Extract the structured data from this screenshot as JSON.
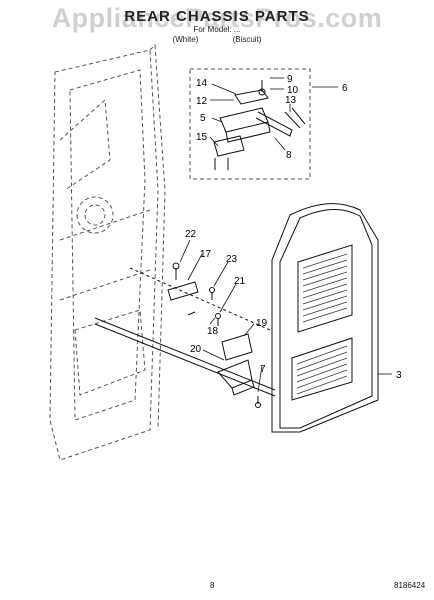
{
  "header": {
    "watermark": "AppliancePartsPros.com",
    "title": "REAR CHASSIS PARTS",
    "models_line": "For Model: ...",
    "variant_left": "(White)",
    "variant_right": "(Biscuit)"
  },
  "callouts": [
    "9",
    "10",
    "6",
    "14",
    "12",
    "13",
    "5",
    "15",
    "8",
    "22",
    "17",
    "23",
    "21",
    "19",
    "18",
    "20",
    "7",
    "3"
  ],
  "footer": {
    "page_number": "8",
    "document_number": "8186424"
  },
  "colors": {
    "line": "#111111",
    "dashed": "#555555",
    "watermark": "#969696"
  }
}
